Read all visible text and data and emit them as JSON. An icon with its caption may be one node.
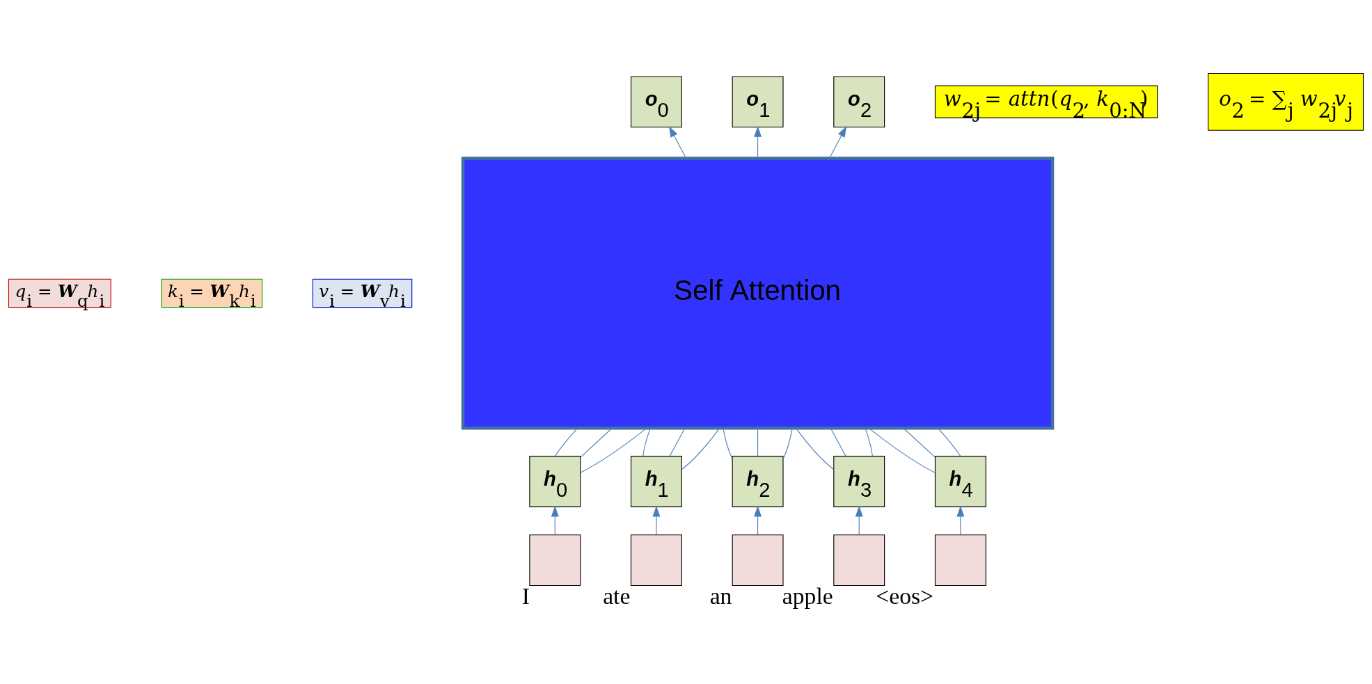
{
  "diagram": {
    "nodes": [
      {
        "text": [
          "**o**$_{0}$"
        ]
      },
      {
        "text": [
          "**o**$_{1}$"
        ]
      },
      {
        "text": [
          "**o**$_{2}$"
        ]
      },
      {
        "text": [
          "Self Attention"
        ]
      },
      {
        "text": [
          "**h**$_{0}$"
        ]
      },
      {
        "text": [
          "**h**$_{1}$"
        ]
      },
      {
        "text": [
          "**h**$_{2}$"
        ]
      },
      {
        "text": [
          "**h**$_{3}$"
        ]
      },
      {
        "text": [
          "**h**$_{4}$"
        ]
      },
      {
        "text": [],
        "shape": "box",
        "beside": [
          "I"
        ]
      },
      {
        "text": [],
        "shape": "box",
        "beside": [
          "ate"
        ]
      },
      {
        "text": [],
        "shape": "box",
        "beside": [
          "an"
        ]
      },
      {
        "text": [],
        "shape": "box",
        "beside": [
          "apple"
        ]
      },
      {
        "text": [],
        "shape": "box",
        "beside": [
          "<eos>"
        ]
      },
      {
        "text": [
          "*w*$_{2j}$ = *attn*(*q*$_{2}$, *k*$_{0:N}$)"
        ]
      },
      {
        "text": [
          "*o*$_{2}$ = ∑$_{j}$ *w*$_{2j}$*v*$_{j}$"
        ]
      },
      {
        "text": [
          "*q*$_{i}$ = **W**$_{q}$*h*$_{i}$"
        ]
      },
      {
        "text": [
          "*k*$_{i}$ = **W**$_{k}$*h*$_{i}$"
        ]
      },
      {
        "text": [
          "*v*$_{i}$ = **W**$_{v}$*h*$_{i}$"
        ]
      }
    ],
    "edges": [
      {
        "from": 9,
        "to": 4,
        "arrow": "to"
      },
      {
        "from": 10,
        "to": 5,
        "arrow": "to"
      },
      {
        "from": 11,
        "to": 6,
        "arrow": "to"
      },
      {
        "from": 12,
        "to": 7,
        "arrow": "to"
      },
      {
        "from": 13,
        "to": 8,
        "arrow": "to"
      },
      {
        "from": 4,
        "to": 3,
        "arrow": "none"
      },
      {
        "from": 4,
        "to": 3,
        "arrow": "none"
      },
      {
        "from": 4,
        "to": 3,
        "arrow": "none"
      },
      {
        "from": 5,
        "to": 3,
        "arrow": "none"
      },
      {
        "from": 5,
        "to": 3,
        "arrow": "none"
      },
      {
        "from": 5,
        "to": 3,
        "arrow": "none"
      },
      {
        "from": 6,
        "to": 3,
        "arrow": "none"
      },
      {
        "from": 6,
        "to": 3,
        "arrow": "none"
      },
      {
        "from": 6,
        "to": 3,
        "arrow": "none"
      },
      {
        "from": 7,
        "to": 3,
        "arrow": "none"
      },
      {
        "from": 7,
        "to": 3,
        "arrow": "none"
      },
      {
        "from": 7,
        "to": 3,
        "arrow": "none"
      },
      {
        "from": 8,
        "to": 3,
        "arrow": "none"
      },
      {
        "from": 8,
        "to": 3,
        "arrow": "none"
      },
      {
        "from": 8,
        "to": 3,
        "arrow": "none"
      },
      {
        "from": 3,
        "to": 0,
        "arrow": "to"
      },
      {
        "from": 3,
        "to": 1,
        "arrow": "to"
      },
      {
        "from": 3,
        "to": 2,
        "arrow": "to"
      }
    ]
  }
}
